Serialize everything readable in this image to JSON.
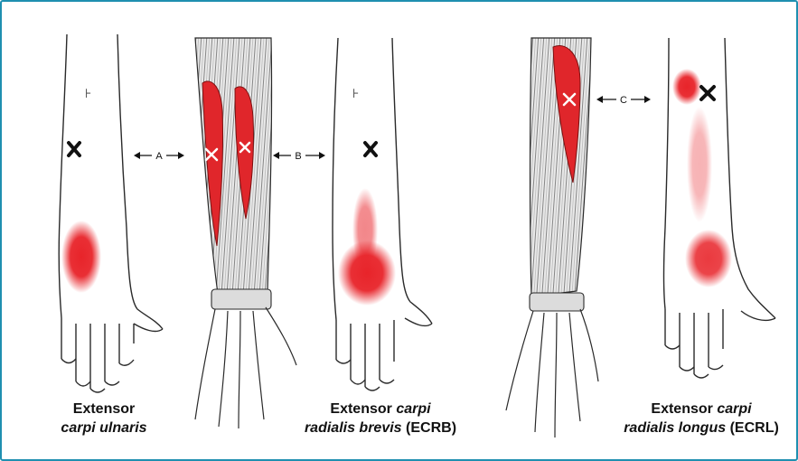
{
  "captions": [
    {
      "line1_plain": "Extensor",
      "line1_italic": "",
      "line2_italic": "carpi ulnaris",
      "line2_plain": ""
    },
    {
      "line1_plain": "Extensor",
      "line1_italic": "carpi",
      "line2_italic": "radialis brevis",
      "line2_plain": "(ECRB)"
    },
    {
      "line1_plain": "Extensor",
      "line1_italic": "carpi",
      "line2_italic": "radialis longus",
      "line2_plain": "(ECRL)"
    }
  ],
  "arrow_labels": {
    "a": "A",
    "b": "B",
    "c": "C"
  },
  "colors": {
    "frame": "#1f8fb0",
    "muscle": "#e0262b",
    "referral": "#e8242a",
    "outline": "#2a2a2a"
  }
}
